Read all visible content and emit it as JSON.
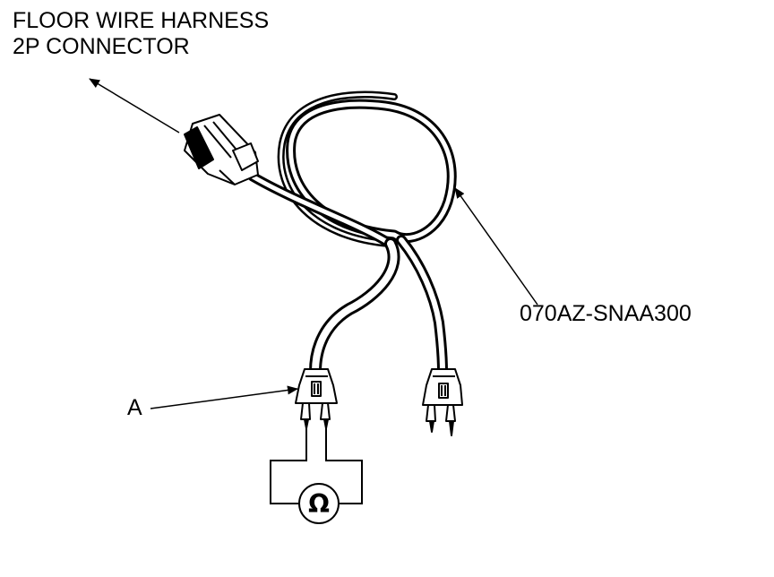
{
  "callouts": {
    "connector_line1": "FLOOR WIRE HARNESS",
    "connector_line2": "2P CONNECTOR",
    "tool_number": "070AZ-SNAA300",
    "part_a": "A"
  },
  "meter": {
    "symbol": "Ω"
  }
}
